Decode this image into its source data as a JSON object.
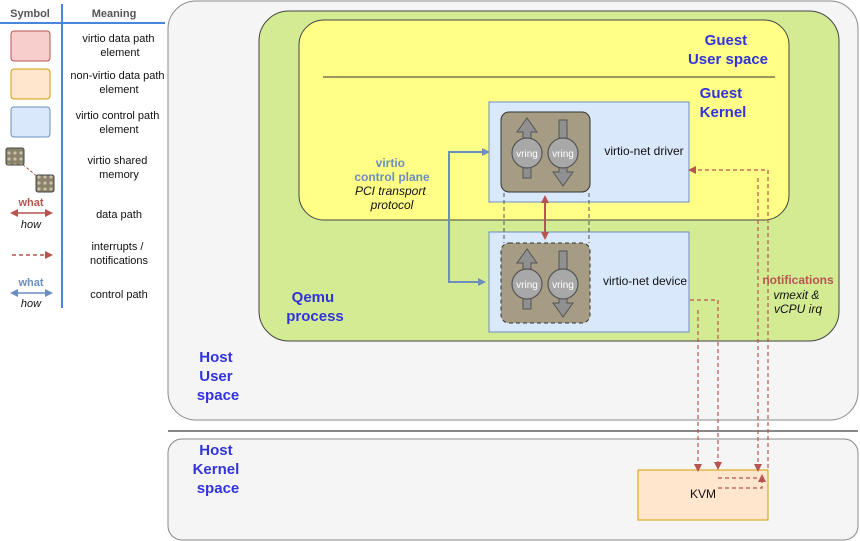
{
  "legend": {
    "header_symbol": "Symbol",
    "header_meaning": "Meaning",
    "rows": [
      {
        "meaning": "virtio data path element",
        "lines": [
          "virtio data path",
          "element"
        ]
      },
      {
        "meaning": "non-virtio data path element",
        "lines": [
          "non-virtio data path",
          "element"
        ]
      },
      {
        "meaning": "virtio control path element",
        "lines": [
          "virtio control path",
          "element"
        ]
      },
      {
        "meaning": "virtio shared memory",
        "lines": [
          "virtio shared",
          "memory"
        ]
      },
      {
        "meaning": "data path",
        "lines": [
          "data path"
        ],
        "symbol_top": "what",
        "symbol_bottom": "how"
      },
      {
        "meaning": "interrupts / notifications",
        "lines": [
          "interrupts /",
          "notifications"
        ]
      },
      {
        "meaning": "control path",
        "lines": [
          "control path"
        ],
        "symbol_top": "what",
        "symbol_bottom": "how"
      }
    ]
  },
  "regions": {
    "guest_user_space": [
      "Guest",
      "User space"
    ],
    "guest_kernel": [
      "Guest",
      "Kernel"
    ],
    "qemu_process": [
      "Qemu",
      "process"
    ],
    "host_user_space": [
      "Host",
      "User",
      "space"
    ],
    "host_kernel_space": [
      "Host",
      "Kernel",
      "space"
    ]
  },
  "components": {
    "driver": "virtio-net driver",
    "device": "virtio-net device",
    "kvm": "KVM",
    "vring": "vring"
  },
  "annotations": {
    "control_plane_title": [
      "virtio",
      "control plane"
    ],
    "control_plane_sub": [
      "PCI transport",
      "protocol"
    ],
    "notifications_title": "notifications",
    "notifications_sub": [
      "vmexit &",
      "vCPU irq"
    ]
  },
  "colors": {
    "virtio_data_fill": "#f8cecc",
    "virtio_data_stroke": "#b85450",
    "non_virtio_fill": "#ffe6cc",
    "non_virtio_stroke": "#d79b00",
    "control_fill": "#dae8fc",
    "control_stroke": "#6c8ebf",
    "qemu_fill": "#d3eb93",
    "guest_user_fill": "#ffff88",
    "host_fill": "#f5f5f5",
    "label_blue": "#3333dd",
    "control_text": "#6c8ebf",
    "data_arrow": "#b85450",
    "shared_mem_fill": "#a59c83"
  }
}
